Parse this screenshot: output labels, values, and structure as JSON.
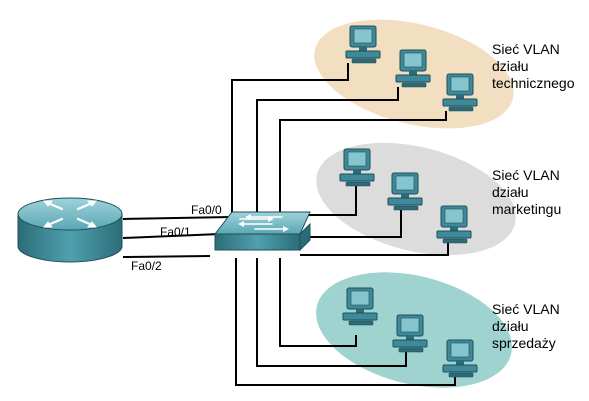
{
  "ports": {
    "fa0_0": "Fa0/0",
    "fa0_1": "Fa0/1",
    "fa0_2": "Fa0/2"
  },
  "vlans": [
    {
      "line1": "Sieć VLAN",
      "line2": "działu",
      "line3": "technicznego",
      "color": "#f2dec0"
    },
    {
      "line1": "Sieć VLAN",
      "line2": "działu",
      "line3": "marketingu",
      "color": "#dcdcdc"
    },
    {
      "line1": "Sieć VLAN",
      "line2": "działu",
      "line3": "sprzedaży",
      "color": "#9ed3d0"
    }
  ],
  "colors": {
    "device": "#3e8a9a",
    "device_dark": "#2c6c78",
    "device_light": "#86c4ce",
    "cable": "#000000"
  },
  "icons": [
    "router-icon",
    "switch-icon",
    "pc-icon"
  ]
}
